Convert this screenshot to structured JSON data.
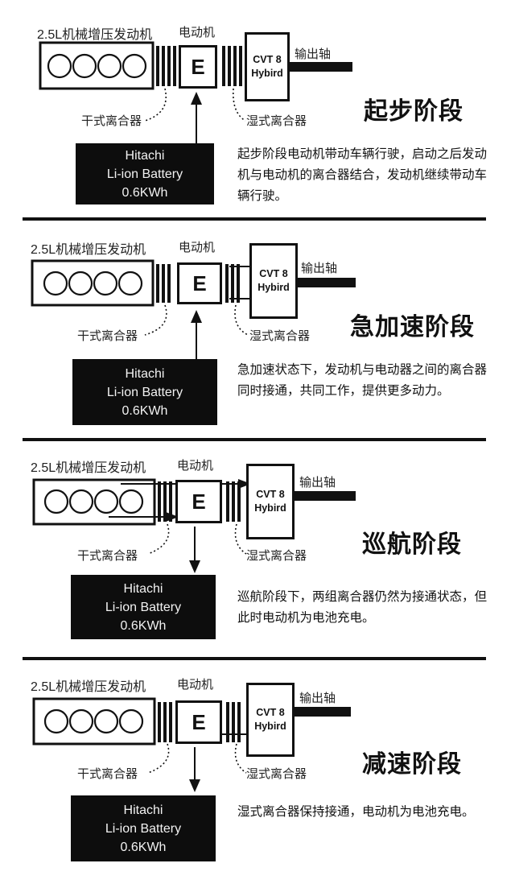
{
  "labels": {
    "engine": "2.5L机械增压发动机",
    "motor": "电动机",
    "motor_letter": "E",
    "cvt_line1": "CVT 8",
    "cvt_line2": "Hybird",
    "output_shaft": "输出轴",
    "dry_clutch": "干式离合器",
    "wet_clutch": "湿式离合器"
  },
  "battery": {
    "line1": "Hitachi",
    "line2": "Li-ion Battery",
    "line3": "0.6KWh"
  },
  "stages": [
    {
      "title": "起步阶段",
      "description": "起步阶段电动机带动车辆行驶，启动之后发动机与电动机的离合器结合，发动机继续带动车辆行驶。"
    },
    {
      "title": "急加速阶段",
      "description": "急加速状态下，发动机与电动器之间的离合器同时接通，共同工作，提供更多动力。"
    },
    {
      "title": "巡航阶段",
      "description": "巡航阶段下，两组离合器仍然为接通状态，但此时电动机为电池充电。"
    },
    {
      "title": "减速阶段",
      "description": "湿式离合器保持接通，电动机为电池充电。"
    }
  ],
  "colors": {
    "ink": "#111111",
    "battery_bg": "#0d0d0d",
    "battery_text": "#f2f2f2"
  }
}
